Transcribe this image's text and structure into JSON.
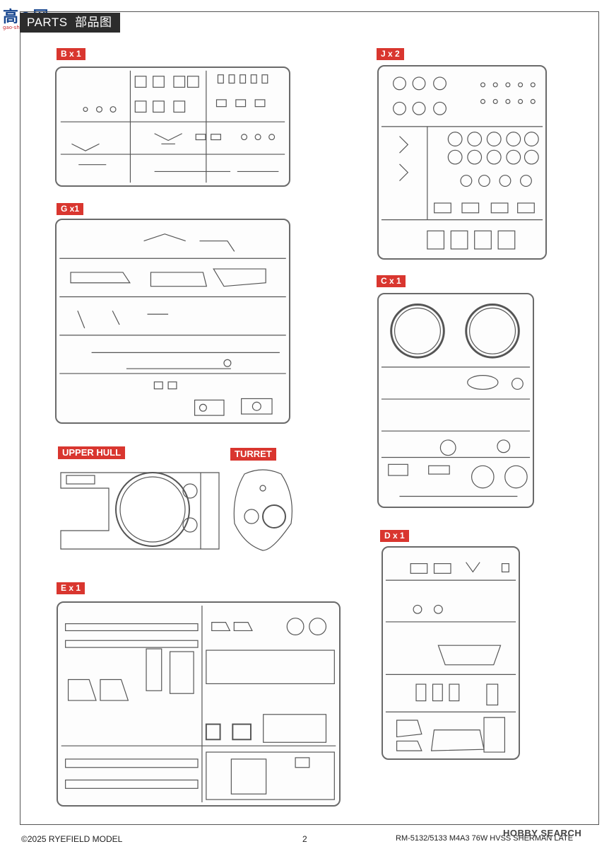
{
  "watermark_top": {
    "text": "高",
    "text2": "网",
    "sub": "gao-shou.com"
  },
  "header": {
    "parts_en": "PARTS",
    "parts_cn": "部品图"
  },
  "labels": {
    "b": "B x 1",
    "j": "J x 2",
    "g": "G x1",
    "c": "C x 1",
    "upper_hull": "UPPER HULL",
    "turret": "TURRET",
    "d": "D x 1",
    "e": "E x 1"
  },
  "footer": {
    "copyright": "©2025 RYEFIELD MODEL",
    "page": "2",
    "product": "RM-5132/5133 M4A3 76W HVSS SHERMAN LATE",
    "watermark": "HOBBY SEARCH"
  }
}
